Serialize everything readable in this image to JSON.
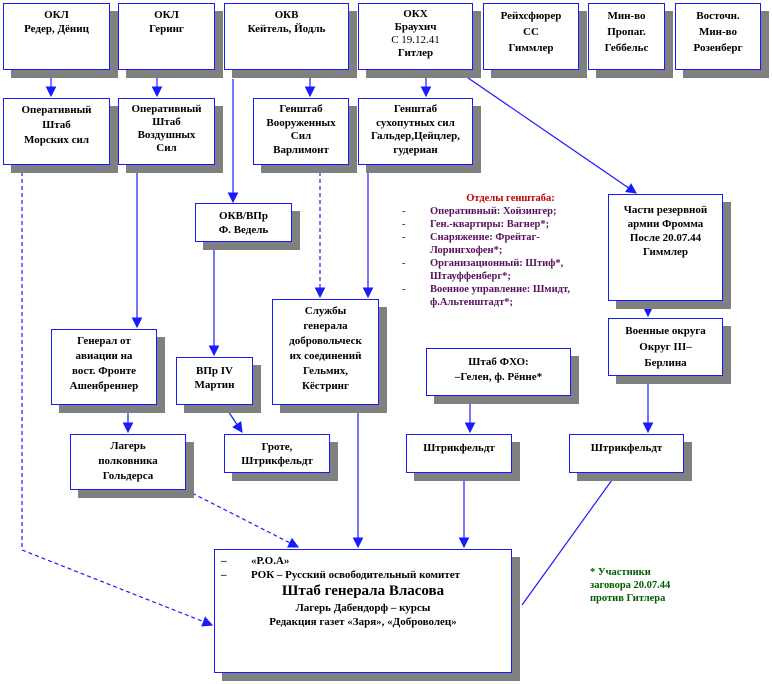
{
  "boxes": {
    "okl_navy": [
      "ОКЛ",
      "Редер, Дёниц"
    ],
    "okl_air": [
      "ОКЛ",
      "Геринг"
    ],
    "okv": [
      "ОКВ",
      "Кейтель, Йодль"
    ],
    "okh": [
      "ОКХ",
      "Браухич",
      "С 19.12.41",
      "Гитлер"
    ],
    "ss": [
      "Рейхсфюрер",
      "СС",
      "Гиммлер"
    ],
    "propaganda": [
      "Мин-во",
      "Пропаг.",
      "Геббельс"
    ],
    "east": [
      "Восточн.",
      "Мин-во",
      "Розенберг"
    ],
    "navy_staff": [
      "Оперативный",
      "Штаб",
      "Морских сил"
    ],
    "air_staff": [
      "Оперативный",
      "Штаб",
      "Воздушных",
      "Сил"
    ],
    "armed_staff": [
      "Генштаб",
      "Вооруженных",
      "Сил",
      "Варлимонт"
    ],
    "land_staff": [
      "Генштаб",
      "сухопутных сил",
      "Гальдер,Цейцлер,",
      "гудериан"
    ],
    "okv_vpr": [
      "ОКВ/ВПр",
      "Ф. Ведель"
    ],
    "reserve": [
      "Части резервной",
      "армии Фромма",
      "После 20.07.44",
      "Гиммлер"
    ],
    "aviation_general": [
      "Генерал от",
      "авиации на",
      "вост. Фронте",
      "Ашенбреннер"
    ],
    "vpr4": [
      "ВПр IV",
      "Мартин"
    ],
    "volunteer_services": [
      "Службы",
      "генерала",
      "добровольческ",
      "их соединений",
      "Гельмих,",
      "Кёстринг"
    ],
    "military_districts": [
      "Военные округа",
      "Округ III–",
      "Берлина"
    ],
    "fho": [
      "Штаб ФХО:",
      "–Гелен, ф. Рённе*"
    ],
    "camp": [
      "Лагерь",
      "полковника",
      "Гольдерса"
    ],
    "grote": [
      "Гроте,",
      "Штрикфельдт"
    ],
    "strik1": [
      "Штрикфельдт"
    ],
    "strik2": [
      "Штрикфельдт"
    ]
  },
  "departments": {
    "title": "Отделы генштаба:",
    "items": [
      "Оперативный: Хойзингер;",
      "Ген.-квартиры: Вагнер*;",
      "Снаряжение: Фрейтаг-Лорингхофен*;",
      "Организационный: Штиф*, Штауффенберг*;",
      "Военное управление: Шмидт, ф.Альтенштадт*;"
    ],
    "bullet": "-"
  },
  "main": {
    "bullets": [
      {
        "dash": "–",
        "text": "«Р.О.А»"
      },
      {
        "dash": "–",
        "text": "РОК – Русский освободительный комитет"
      }
    ],
    "title": "Штаб генерала Власова",
    "line1": "Лагерь Дабендорф – курсы",
    "line2": "Редакция газет «Заря», «Доброволец»"
  },
  "footnote": [
    "* Участники",
    "заговора 20.07.44",
    "против Гитлера"
  ],
  "colors": {
    "border": "#1a1aff",
    "shadow": "#808080",
    "departments": "#5a1060",
    "departments_title": "#c00000",
    "footnote": "#006000"
  }
}
